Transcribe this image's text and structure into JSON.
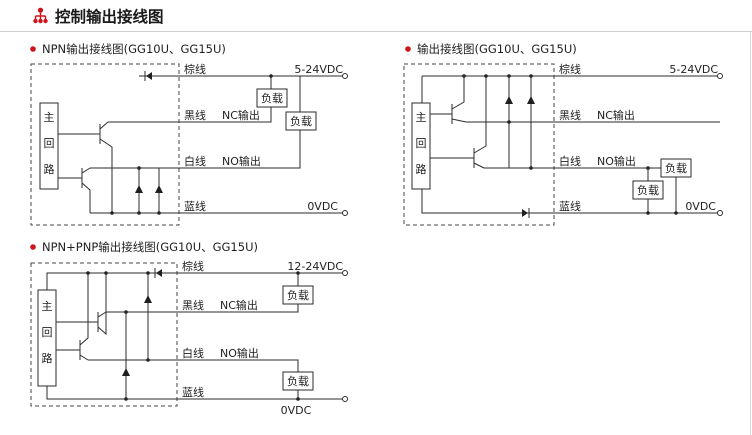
{
  "colors": {
    "accent": "#d0121b",
    "line": "#2b2b2b",
    "text": "#222222"
  },
  "header": {
    "icon": "network-hierarchy-icon",
    "title": "控制输出接线图"
  },
  "main_circuit_label": [
    "主",
    "回",
    "路"
  ],
  "load_label": "负载",
  "diagrams": [
    {
      "title": "NPN输出接线图(GG10U、GG15U)",
      "wires": {
        "brown": "棕线",
        "black": "黑线",
        "white": "白线",
        "blue": "蓝线"
      },
      "outputs": {
        "nc": "NC输出",
        "no": "NO输出"
      },
      "supply": "5-24VDC",
      "ground": "0VDC"
    },
    {
      "title": "输出接线图(GG10U、GG15U)",
      "wires": {
        "brown": "棕线",
        "black": "黑线",
        "white": "白线",
        "blue": "蓝线"
      },
      "outputs": {
        "nc": "NC输出",
        "no": "NO输出"
      },
      "supply": "5-24VDC",
      "ground": "0VDC"
    },
    {
      "title": "NPN+PNP输出接线图(GG10U、GG15U)",
      "wires": {
        "brown": "棕线",
        "black": "黑线",
        "white": "白线",
        "blue": "蓝线"
      },
      "outputs": {
        "nc": "NC输出",
        "no": "NO输出"
      },
      "supply": "12-24VDC",
      "ground": "0VDC"
    }
  ]
}
